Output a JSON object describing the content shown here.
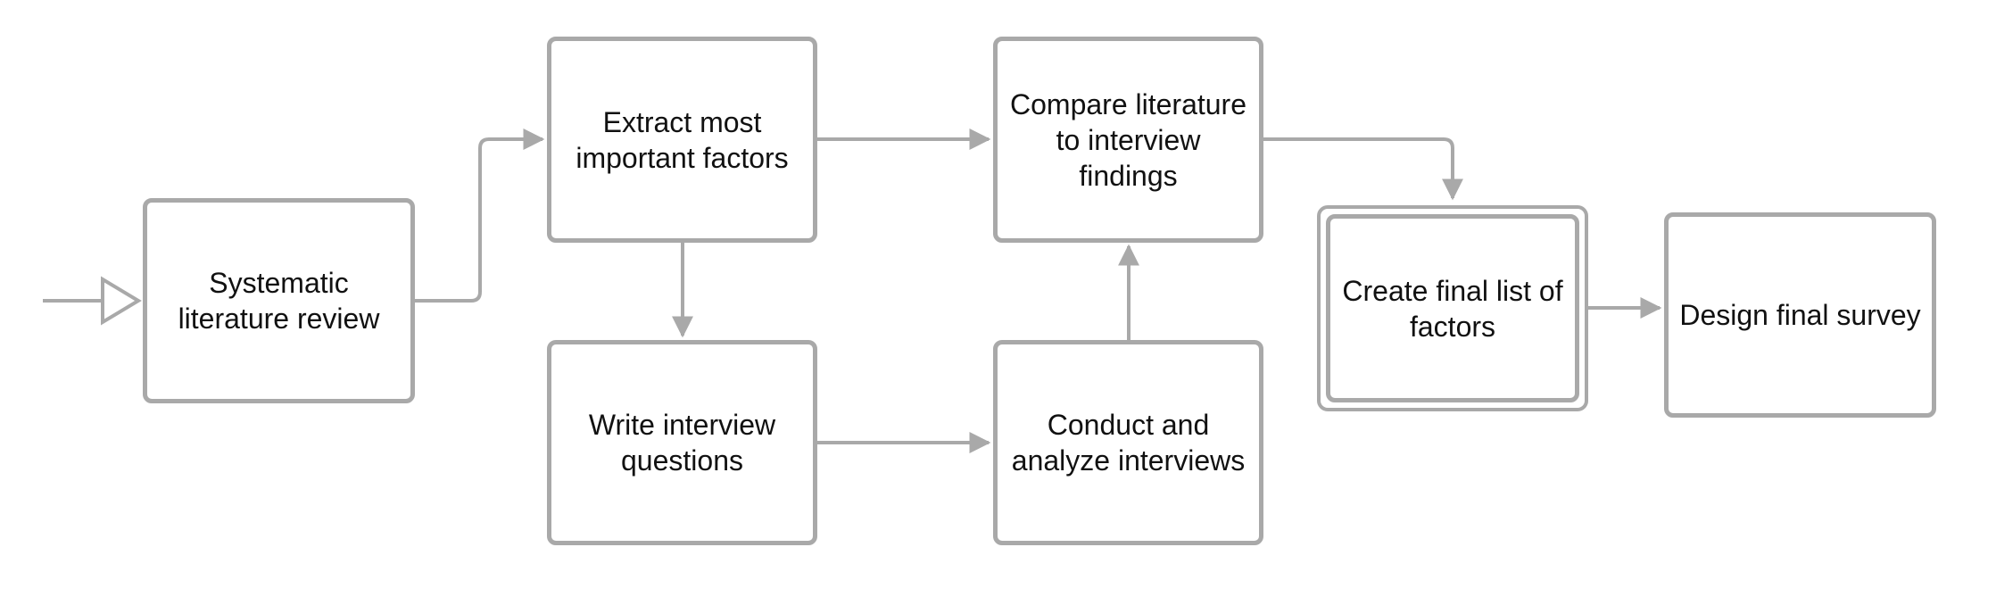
{
  "diagram": {
    "nodes": {
      "systematic_review": "Systematic literature review",
      "extract_factors": "Extract most important factors",
      "write_questions": "Write interview questions",
      "compare_literature": "Compare literature to interview findings",
      "conduct_interviews": "Conduct and analyze interviews",
      "create_final_list": "Create final list of factors",
      "design_survey": "Design final survey"
    },
    "edges": [
      {
        "from": "start",
        "to": "systematic_review"
      },
      {
        "from": "systematic_review",
        "to": "extract_factors"
      },
      {
        "from": "extract_factors",
        "to": "compare_literature"
      },
      {
        "from": "extract_factors",
        "to": "write_questions"
      },
      {
        "from": "write_questions",
        "to": "conduct_interviews"
      },
      {
        "from": "conduct_interviews",
        "to": "compare_literature"
      },
      {
        "from": "compare_literature",
        "to": "create_final_list"
      },
      {
        "from": "create_final_list",
        "to": "design_survey"
      }
    ],
    "colors": {
      "stroke": "#a9a9a9",
      "text": "#111111",
      "background": "#ffffff"
    }
  }
}
